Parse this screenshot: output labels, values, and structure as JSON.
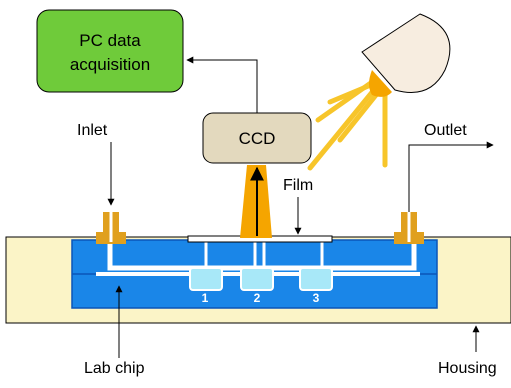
{
  "labels": {
    "pc": [
      "PC data",
      "acquisition"
    ],
    "ccd": "CCD",
    "inlet": "Inlet",
    "outlet": "Outlet",
    "film": "Film",
    "lab_chip": "Lab chip",
    "housing": "Housing",
    "wells": [
      "1",
      "2",
      "3"
    ]
  },
  "colors": {
    "pc_box": "#6fcb3a",
    "ccd_box": "#e3d9be",
    "housing": "#fbf4c7",
    "chip_blue": "#1a86e8",
    "chip_dark": "#0a55b8",
    "channel": "#ffffff",
    "well_fill": "#a8e8f8",
    "port": "#e0a01e",
    "lamp_glow": "#f5a500",
    "light_beam": "#f7c52a",
    "lamp_body": "#f7ede0"
  }
}
